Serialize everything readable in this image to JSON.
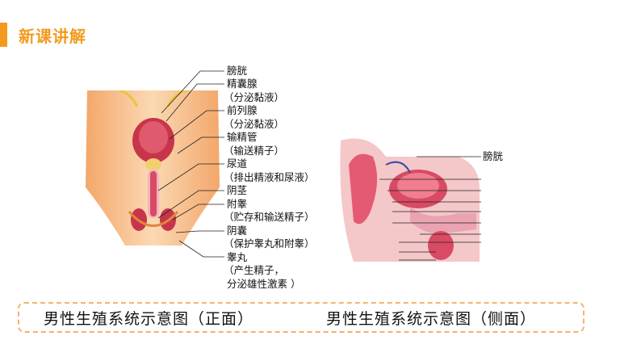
{
  "section": {
    "title": "新课讲解",
    "accent_color": "#f39a1e"
  },
  "front_labels": [
    "膀胱",
    "精囊腺",
    "（分泌黏液）",
    "前列腺",
    "（分泌黏液）",
    "输精管",
    "（输送精子）",
    "尿道",
    "（排出精液和尿液）",
    "阴茎",
    "附睾",
    "（贮存和输送精子）",
    "阴囊",
    "（保护睾丸和附睾）",
    "睾丸",
    "（产生精子，",
    "分泌雄性激素  ）"
  ],
  "side_labels": [
    "膀胱"
  ],
  "captions": {
    "front": "男性生殖系统示意图（正面）",
    "side": "男性生殖系统示意图（侧面）"
  },
  "colors": {
    "caption_border": "#f2b46a",
    "skin": "#f6c28f",
    "organ": "#d9404e"
  }
}
